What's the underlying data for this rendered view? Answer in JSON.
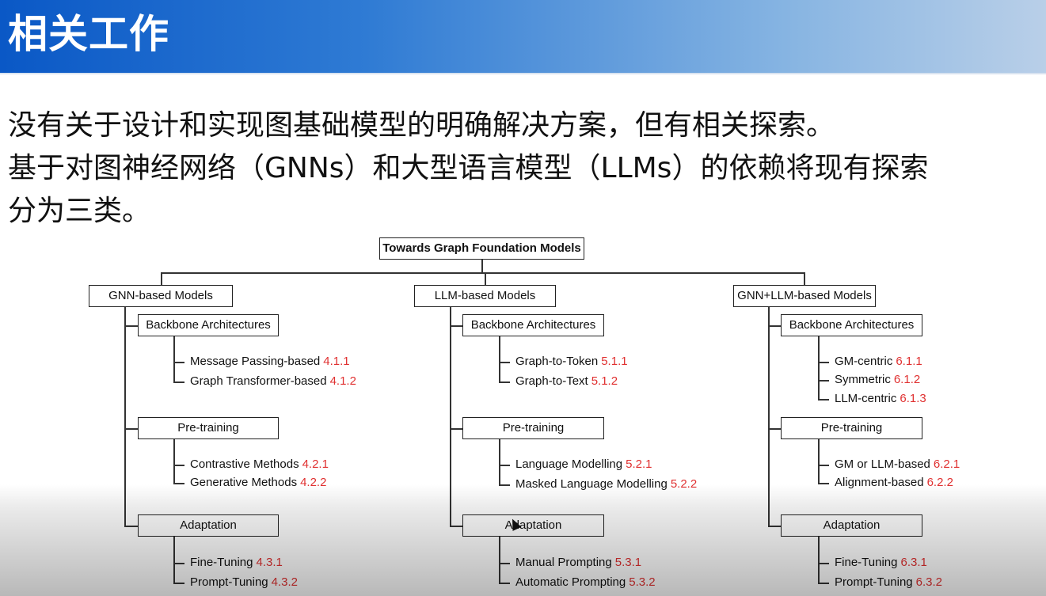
{
  "slide": {
    "title": "相关工作",
    "intro_lines": [
      "没有关于设计和实现图基础模型的明确解决方案，但有相关探索。",
      "基于对图神经网络（GNNs）和大型语言模型（LLMs）的依赖将现有探索",
      "分为三类。"
    ]
  },
  "tree": {
    "root": "Towards Graph Foundation Models",
    "columns": [
      {
        "label": "GNN-based Models",
        "groups": [
          {
            "label": "Backbone Architectures",
            "leaves": [
              {
                "text": "Message Passing-based",
                "ref": "4.1.1"
              },
              {
                "text": "Graph Transformer-based",
                "ref": "4.1.2"
              }
            ]
          },
          {
            "label": "Pre-training",
            "leaves": [
              {
                "text": "Contrastive Methods",
                "ref": "4.2.1"
              },
              {
                "text": "Generative Methods",
                "ref": "4.2.2"
              }
            ]
          },
          {
            "label": "Adaptation",
            "leaves": [
              {
                "text": "Fine-Tuning",
                "ref": "4.3.1"
              },
              {
                "text": "Prompt-Tuning",
                "ref": "4.3.2"
              }
            ]
          }
        ]
      },
      {
        "label": "LLM-based Models",
        "groups": [
          {
            "label": "Backbone Architectures",
            "leaves": [
              {
                "text": "Graph-to-Token",
                "ref": "5.1.1"
              },
              {
                "text": "Graph-to-Text",
                "ref": "5.1.2"
              }
            ]
          },
          {
            "label": "Pre-training",
            "leaves": [
              {
                "text": "Language Modelling",
                "ref": "5.2.1"
              },
              {
                "text": "Masked Language Modelling",
                "ref": "5.2.2"
              }
            ]
          },
          {
            "label": "Adaptation",
            "leaves": [
              {
                "text": "Manual Prompting",
                "ref": "5.3.1"
              },
              {
                "text": "Automatic Prompting",
                "ref": "5.3.2"
              }
            ]
          }
        ]
      },
      {
        "label": "GNN+LLM-based Models",
        "groups": [
          {
            "label": "Backbone Architectures",
            "leaves": [
              {
                "text": "GM-centric",
                "ref": "6.1.1"
              },
              {
                "text": "Symmetric",
                "ref": "6.1.2"
              },
              {
                "text": "LLM-centric",
                "ref": "6.1.3"
              }
            ]
          },
          {
            "label": "Pre-training",
            "leaves": [
              {
                "text": "GM or LLM-based",
                "ref": "6.2.1"
              },
              {
                "text": "Alignment-based",
                "ref": "6.2.2"
              }
            ]
          },
          {
            "label": "Adaptation",
            "leaves": [
              {
                "text": "Fine-Tuning",
                "ref": "6.3.1"
              },
              {
                "text": "Prompt-Tuning",
                "ref": "6.3.2"
              }
            ]
          }
        ]
      }
    ]
  }
}
